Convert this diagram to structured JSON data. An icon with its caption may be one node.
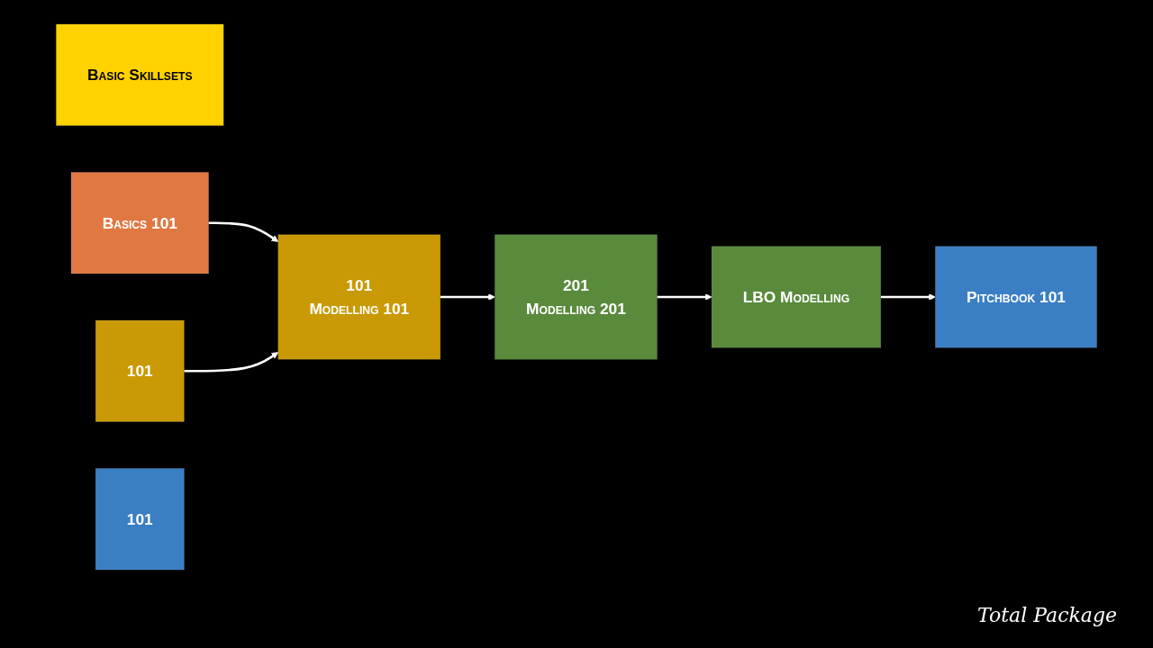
{
  "diagram": {
    "nodes": [
      {
        "text": [
          "Basic Skillsets"
        ]
      },
      {
        "text": [
          "Basics 101"
        ]
      },
      {
        "text": [
          "101"
        ]
      },
      {
        "text": [
          "101"
        ]
      },
      {
        "text": [
          "101",
          "Modelling 101"
        ]
      },
      {
        "text": [
          "201",
          "Modelling 201"
        ]
      },
      {
        "text": [
          "LBO Modelling"
        ]
      },
      {
        "text": [
          "Pitchbook 101"
        ]
      }
    ],
    "edges": [
      {
        "from": 1,
        "to": 4,
        "arrow": "to"
      },
      {
        "from": 2,
        "to": 4,
        "arrow": "to"
      },
      {
        "from": 4,
        "to": 5,
        "arrow": "to"
      },
      {
        "from": 5,
        "to": 6,
        "arrow": "to"
      },
      {
        "from": 6,
        "to": 7,
        "arrow": "to"
      }
    ],
    "labels": [
      "Total Package"
    ]
  }
}
